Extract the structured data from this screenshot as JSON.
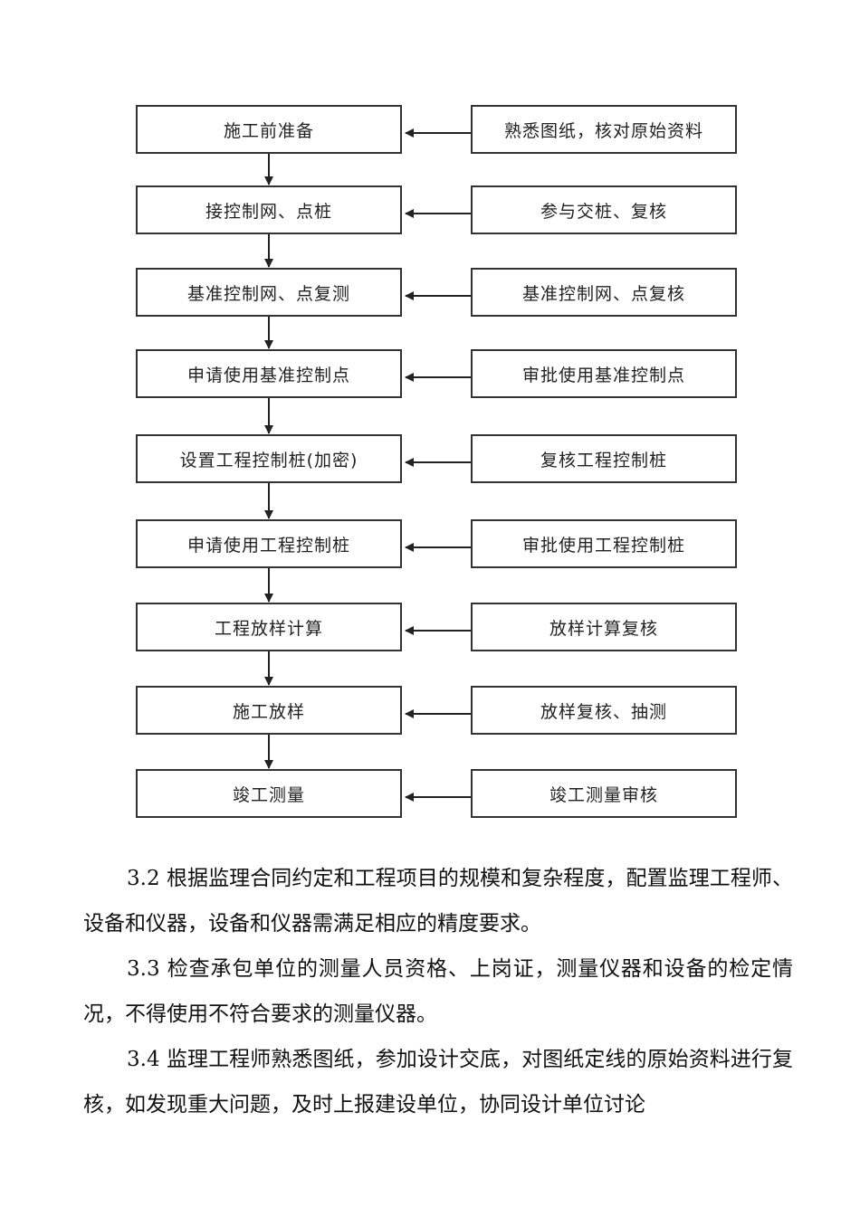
{
  "flowchart": {
    "steps": [
      {
        "left": "施工前准备",
        "right": "熟悉图纸，核对原始资料"
      },
      {
        "left": "接控制网、点桩",
        "right": "参与交桩、复核"
      },
      {
        "left": "基准控制网、点复测",
        "right": "基准控制网、点复核"
      },
      {
        "left": "申请使用基准控制点",
        "right": "审批使用基准控制点"
      },
      {
        "left": "设置工程控制桩(加密)",
        "right": "复核工程控制桩"
      },
      {
        "left": "申请使用工程控制桩",
        "right": "审批使用工程控制桩"
      },
      {
        "left": "工程放样计算",
        "right": "放样计算复核"
      },
      {
        "left": "施工放样",
        "right": "放样复核、抽测"
      },
      {
        "left": "竣工测量",
        "right": "竣工测量审核"
      }
    ]
  },
  "paragraphs": [
    "3.2 根据监理合同约定和工程项目的规模和复杂程度，配置监理工程师、设备和仪器，设备和仪器需满足相应的精度要求。",
    "3.3 检查承包单位的测量人员资格、上岗证，测量仪器和设备的检定情况，不得使用不符合要求的测量仪器。",
    "3.4 监理工程师熟悉图纸，参加设计交底，对图纸定线的原始资料进行复核，如发现重大问题，及时上报建设单位，协同设计单位讨论"
  ]
}
